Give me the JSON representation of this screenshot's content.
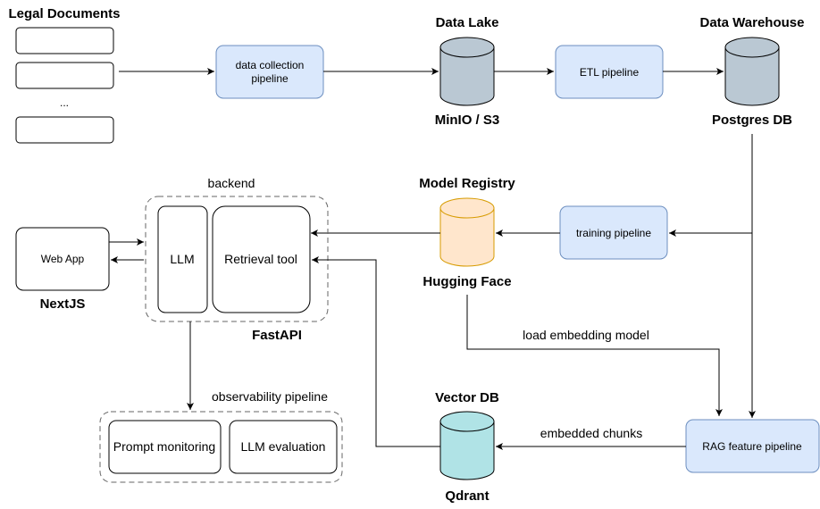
{
  "legal_documents": {
    "title": "Legal Documents",
    "ellipsis": "..."
  },
  "data_collection_pipeline": {
    "line1": "data collection",
    "line2": "pipeline"
  },
  "data_lake": {
    "title": "Data Lake",
    "caption": "MinIO / S3"
  },
  "etl_pipeline": {
    "label": "ETL pipeline"
  },
  "data_warehouse": {
    "title": "Data Warehouse",
    "caption": "Postgres DB"
  },
  "model_registry": {
    "title": "Model Registry",
    "caption": "Hugging Face"
  },
  "training_pipeline": {
    "label": "training pipeline"
  },
  "backend": {
    "label": "backend",
    "framework": "FastAPI",
    "llm": "LLM",
    "retrieval": "Retrieval tool"
  },
  "web_app": {
    "label": "Web App",
    "framework": "NextJS"
  },
  "load_embedding": {
    "label": "load embedding model"
  },
  "observability": {
    "label": "observability pipeline",
    "prompt_monitoring": "Prompt monitoring",
    "llm_evaluation": "LLM evaluation"
  },
  "vector_db": {
    "title": "Vector DB",
    "caption": "Qdrant"
  },
  "embedded_chunks": {
    "label": "embedded chunks"
  },
  "rag_pipeline": {
    "label": "RAG feature pipeline"
  },
  "colors": {
    "pipeline_fill": "#dae8fc",
    "pipeline_stroke": "#6c8ebf",
    "gray_cylinder": "#bac8d3",
    "orange_cylinder": "#ffe6cc",
    "orange_stroke": "#d79b00",
    "teal_cylinder": "#b0e3e6"
  }
}
